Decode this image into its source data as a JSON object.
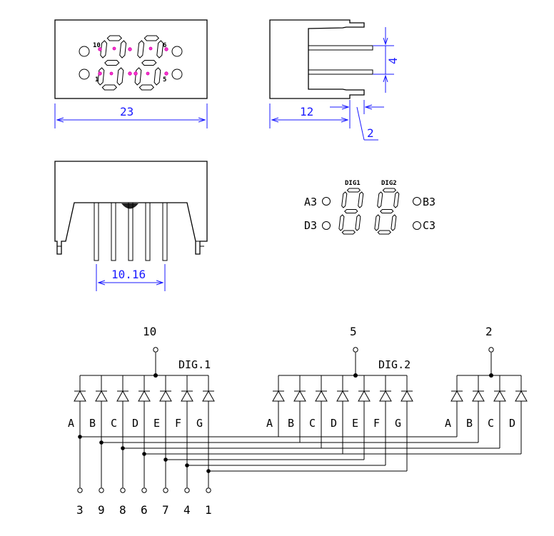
{
  "dimensions": {
    "width": "23",
    "height": "12",
    "pin_length": "4",
    "pin_width": "2",
    "pin_pitch": "10.16"
  },
  "front_view": {
    "pin_labels": [
      "10",
      "6",
      "1",
      "5"
    ]
  },
  "display_labels": {
    "digit1": "DIG1",
    "digit2": "DIG2",
    "pins_left": [
      "A3",
      "D3"
    ],
    "pins_right": [
      "B3",
      "C3"
    ]
  },
  "schematic": {
    "commons": [
      {
        "pin": "10",
        "name": "DIG.1"
      },
      {
        "pin": "5",
        "name": "DIG.2"
      },
      {
        "pin": "2",
        "name": ""
      }
    ],
    "group1_segments": [
      "A",
      "B",
      "C",
      "D",
      "E",
      "F",
      "G"
    ],
    "group2_segments": [
      "A",
      "B",
      "C",
      "D",
      "E",
      "F",
      "G"
    ],
    "group3_segments": [
      "A",
      "B",
      "C",
      "D"
    ],
    "bottom_pins": [
      "3",
      "9",
      "8",
      "6",
      "7",
      "4",
      "1"
    ]
  }
}
